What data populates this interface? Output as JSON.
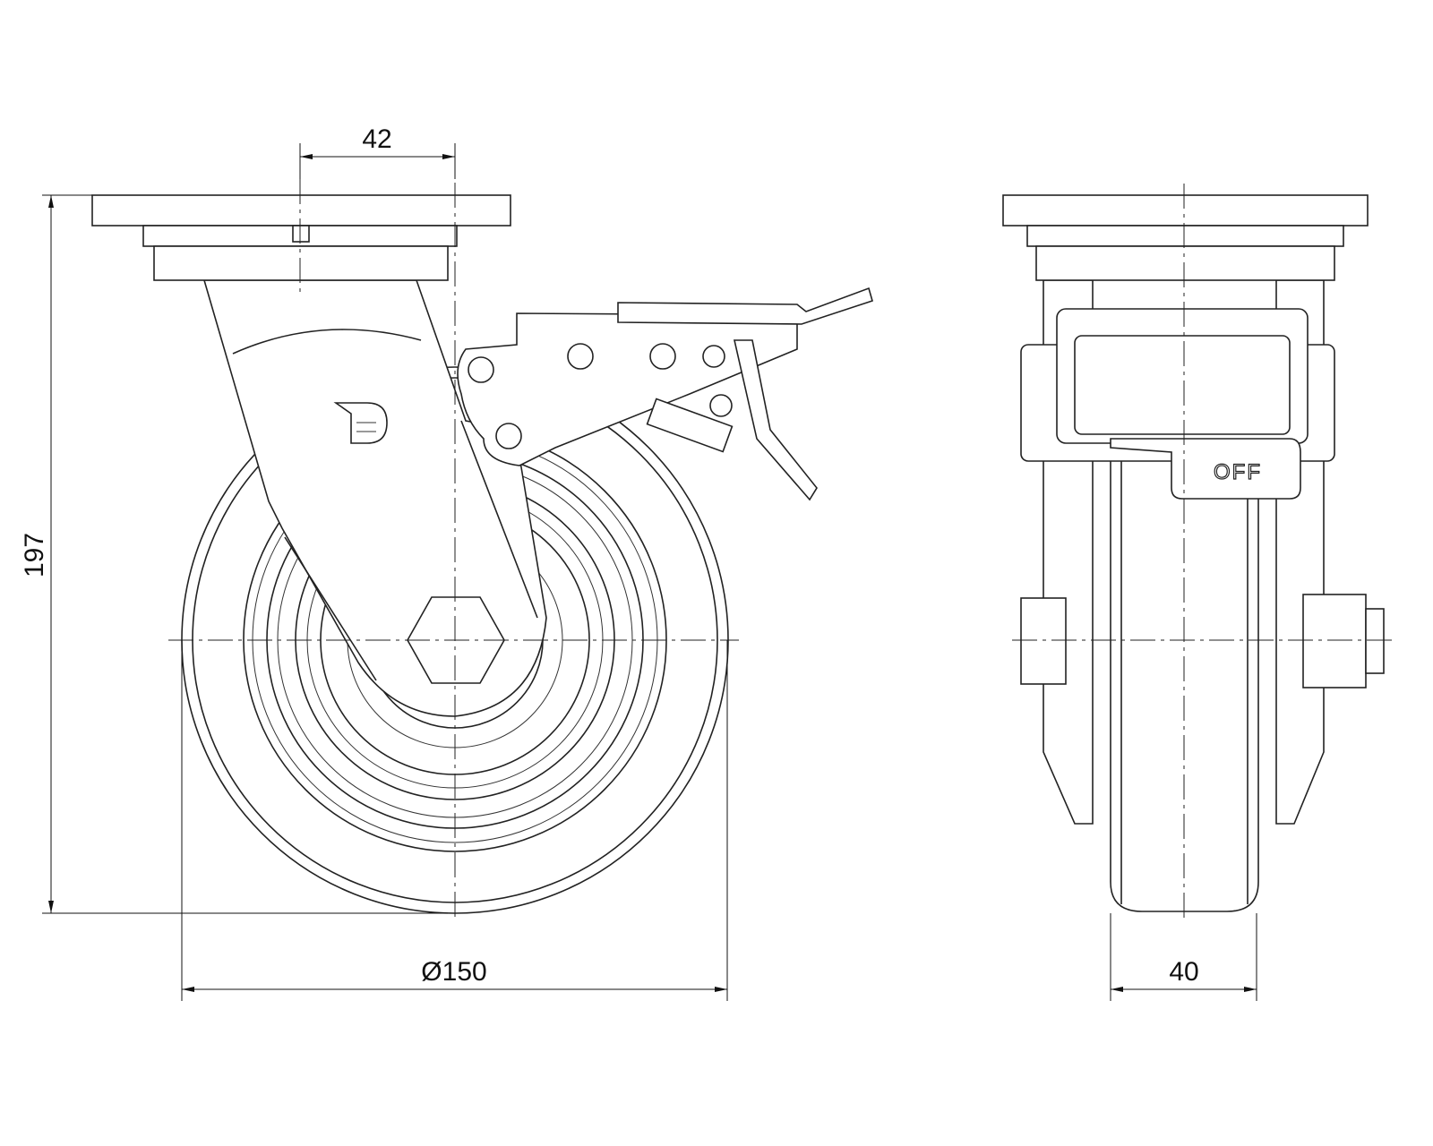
{
  "drawing": {
    "dimensions": {
      "offset": "42",
      "height": "197",
      "wheel_diameter": "Ø150",
      "wheel_width": "40"
    },
    "brake_label": "OFF",
    "colors": {
      "line": "#222222",
      "background": "#ffffff"
    }
  }
}
